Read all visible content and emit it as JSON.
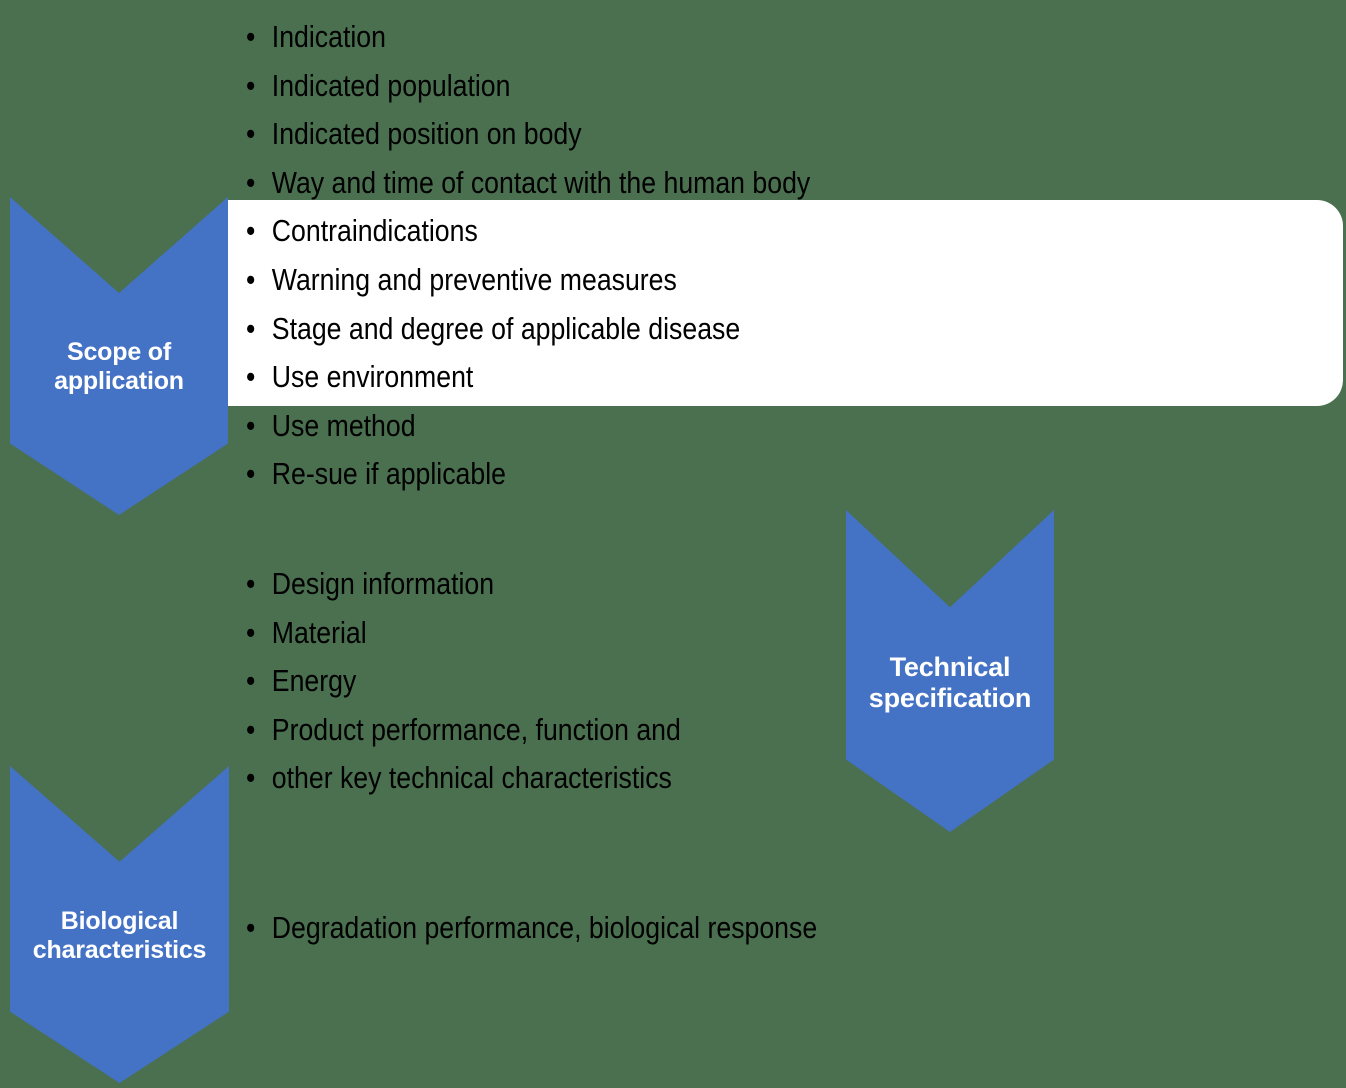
{
  "canvas": {
    "background_color": "#4a7050",
    "accent_color": "#4472c4",
    "panel_color": "#ffffff",
    "text_color": "#000000"
  },
  "chevrons": [
    {
      "id": "scope",
      "label": "Scope of\napplication"
    },
    {
      "id": "technical",
      "label": "Technical\nspecification"
    },
    {
      "id": "biological",
      "label": "Biological\ncharacteristics"
    }
  ],
  "lists": {
    "scope_of_application": [
      "Indication",
      "Indicated population",
      "Indicated position on body",
      "Way and time of contact with the human body",
      "Contraindications",
      "Warning and preventive measures",
      "Stage and degree of applicable disease",
      "Use environment",
      "Use method",
      "Re-sue if applicable"
    ],
    "technical_specification": [
      "Design information",
      "Material",
      "Energy",
      "Product performance, function and",
      "other key technical characteristics"
    ],
    "biological_characteristics": [
      "Degradation performance, biological response"
    ]
  }
}
